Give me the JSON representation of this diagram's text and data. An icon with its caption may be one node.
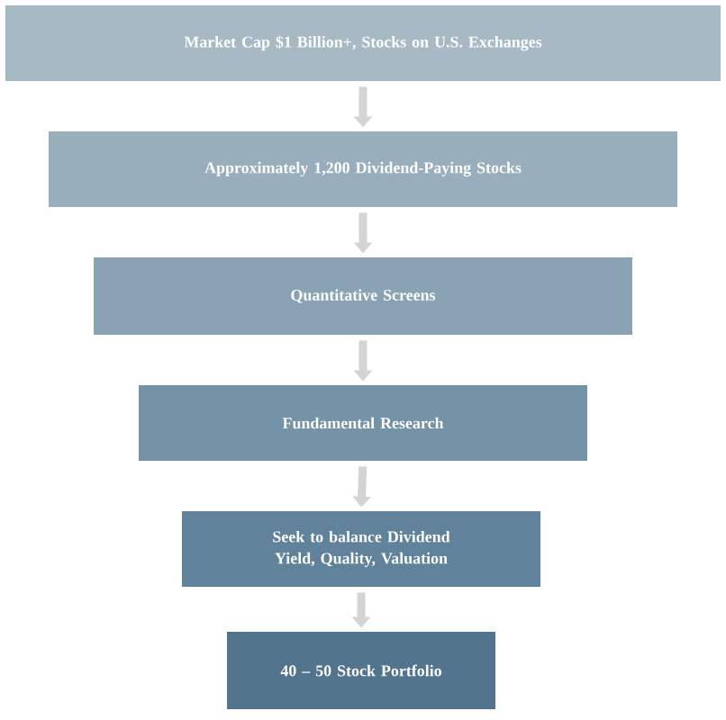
{
  "diagram": {
    "nodes": [
      {
        "text": [
          "Market Cap $1 Billion+, Stocks on U.S. Exchanges"
        ]
      },
      {
        "text": [
          "Approximately 1,200 Dividend-Paying Stocks"
        ]
      },
      {
        "text": [
          "Quantitative Screens"
        ]
      },
      {
        "text": [
          "Fundamental Research"
        ]
      },
      {
        "text": [
          "Seek to balance Dividend Yield, Quality, Valuation"
        ]
      },
      {
        "text": [
          "40 – 50 Stock Portfolio"
        ]
      }
    ],
    "edges": [
      {
        "from": 0,
        "to": 1,
        "arrow": "to"
      },
      {
        "from": 1,
        "to": 2,
        "arrow": "to"
      },
      {
        "from": 2,
        "to": 3,
        "arrow": "to"
      },
      {
        "from": 3,
        "to": 4,
        "arrow": "to"
      },
      {
        "from": 4,
        "to": 5,
        "arrow": "to"
      }
    ]
  }
}
